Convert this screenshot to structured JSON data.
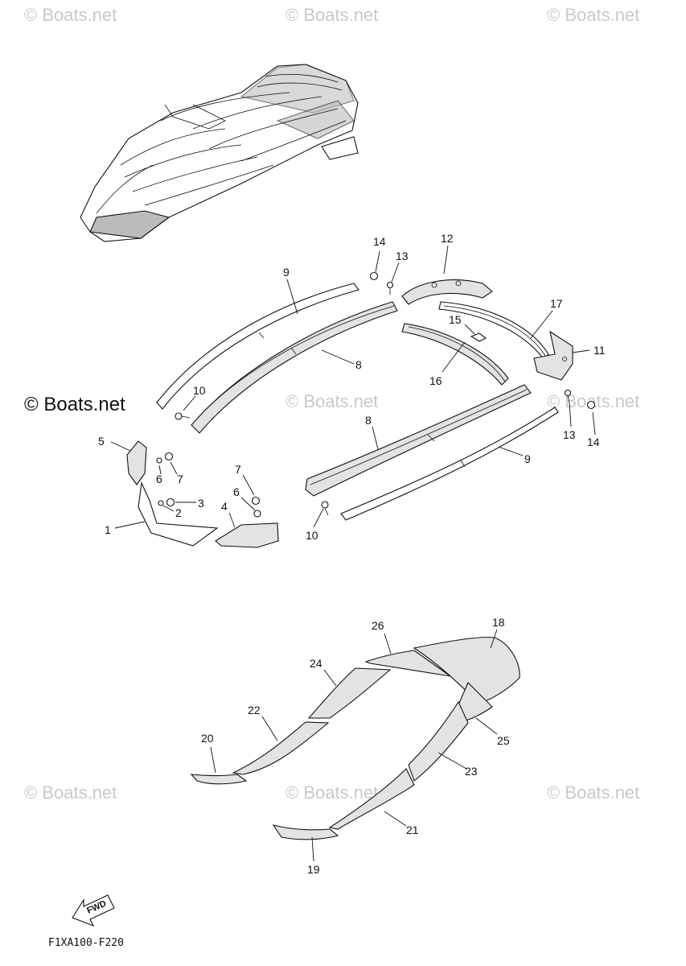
{
  "watermarks": [
    "© Boats.net",
    "© Boats.net",
    "© Boats.net",
    "© Boats.net",
    "© Boats.net",
    "© Boats.net",
    "© Boats.net",
    "© Boats.net"
  ],
  "watermark_main": "© Boats.net",
  "callouts": [
    "14",
    "13",
    "12",
    "9",
    "17",
    "15",
    "11",
    "8",
    "16",
    "10",
    "13",
    "14",
    "5",
    "6",
    "7",
    "8",
    "9",
    "7",
    "6",
    "3",
    "2",
    "4",
    "1",
    "10",
    "26",
    "18",
    "24",
    "22",
    "20",
    "25",
    "23",
    "21",
    "19"
  ],
  "fwd_label": "FWD",
  "diagram_code": "F1XA100-F220"
}
